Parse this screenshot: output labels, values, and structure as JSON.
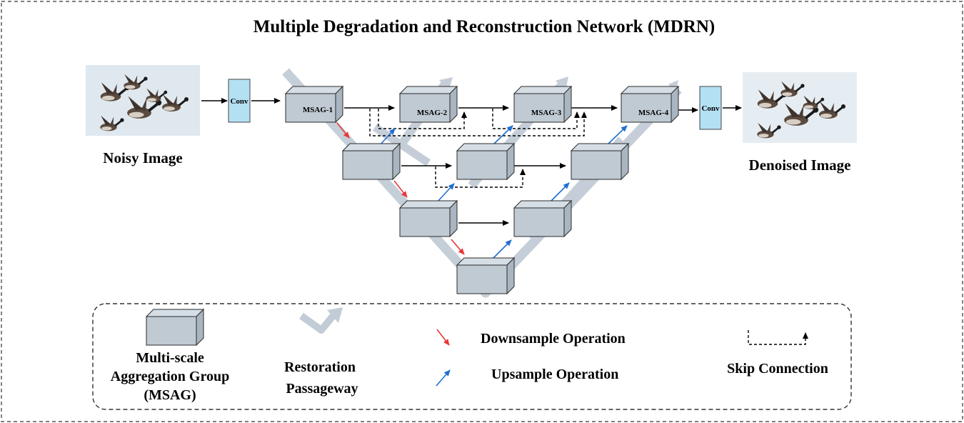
{
  "title": "Multiple Degradation and Reconstruction Network (MDRN)",
  "input_caption": "Noisy Image",
  "output_caption": "Denoised Image",
  "conv_label": "Conv",
  "blocks": {
    "msag1": "MSAG-1",
    "msag2": "MSAG-2",
    "msag3": "MSAG-3",
    "msag4": "MSAG-4"
  },
  "legend": {
    "msag_line1": "Multi-scale",
    "msag_line2": "Aggregation Group",
    "msag_line3": "(MSAG)",
    "passage_line1": "Restoration",
    "passage_line2": "Passageway",
    "downsample": "Downsample Operation",
    "upsample": "Upsample Operation",
    "skip": "Skip Connection"
  },
  "colors": {
    "cube_face": "#bfcad3",
    "cube_top": "#d6dee5",
    "cube_side": "#a9b6c1",
    "passage": "#c2ccd6",
    "conv": "#b4e0f3",
    "downsample": "#e8383b",
    "upsample": "#1f6fd1",
    "sky": "#dfe8ef"
  }
}
